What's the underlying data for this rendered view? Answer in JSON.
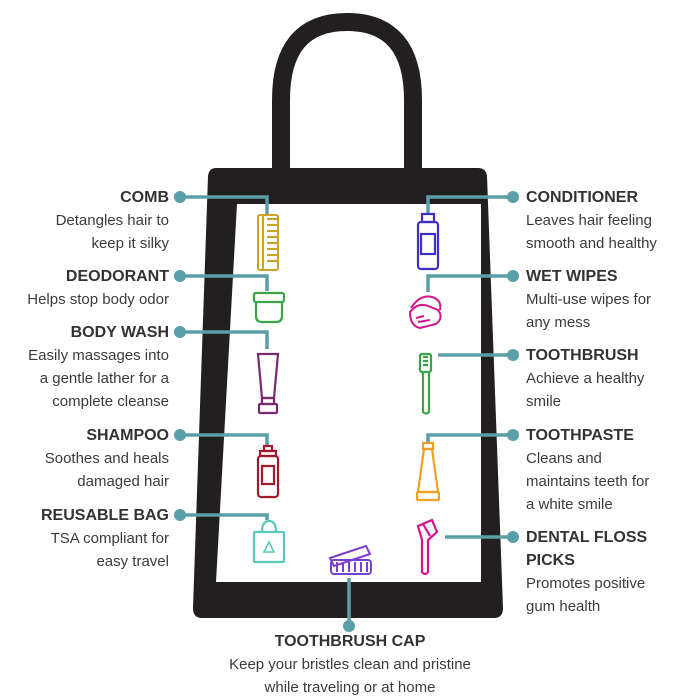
{
  "items": {
    "comb": {
      "title": "COMB",
      "desc": "Detangles hair to\nkeep it silky",
      "icon": "comb-icon"
    },
    "deodorant": {
      "title": "DEODORANT",
      "desc": "Helps stop body odor",
      "icon": "deodorant-icon"
    },
    "body_wash": {
      "title": "BODY WASH",
      "desc": "Easily massages into\na gentle lather for a\ncomplete cleanse",
      "icon": "body-wash-tube-icon"
    },
    "shampoo": {
      "title": "SHAMPOO",
      "desc": "Soothes and heals\ndamaged hair",
      "icon": "shampoo-bottle-icon"
    },
    "reusable_bag": {
      "title": "REUSABLE BAG",
      "desc": "TSA compliant for\neasy travel",
      "icon": "recycle-bag-icon"
    },
    "conditioner": {
      "title": "CONDITIONER",
      "desc": "Leaves hair feeling\nsmooth and healthy",
      "icon": "conditioner-bottle-icon"
    },
    "wet_wipes": {
      "title": "WET WIPES",
      "desc": "Multi-use wipes for\nany mess",
      "icon": "wet-wipes-icon"
    },
    "toothbrush": {
      "title": "TOOTHBRUSH",
      "desc": "Achieve a healthy\nsmile",
      "icon": "toothbrush-icon"
    },
    "toothpaste": {
      "title": "TOOTHPASTE",
      "desc": "Cleans and\nmaintains teeth for\na white smile",
      "icon": "toothpaste-tube-icon"
    },
    "dental_floss": {
      "title": "DENTAL FLOSS\nPICKS",
      "desc": "Promotes positive\ngum health",
      "icon": "floss-pick-icon"
    },
    "toothbrush_cap": {
      "title": "TOOTHBRUSH CAP",
      "desc": "Keep your bristles clean and pristine\nwhile traveling or at home",
      "icon": "toothbrush-cap-icon"
    }
  },
  "colors": {
    "bag": "#231f20",
    "connector": "#5a9ea8",
    "comb": "#c9a227",
    "deodorant": "#3aa548",
    "body_wash": "#7b2a6e",
    "shampoo": "#a3182b",
    "reusable_bag": "#5cc8b8",
    "conditioner": "#3b2fc4",
    "wet_wipes": "#d4148a",
    "toothbrush": "#3aa548",
    "toothpaste": "#f0a020",
    "dental_floss": "#d4148a",
    "toothbrush_cap": "#7b3fd1"
  }
}
